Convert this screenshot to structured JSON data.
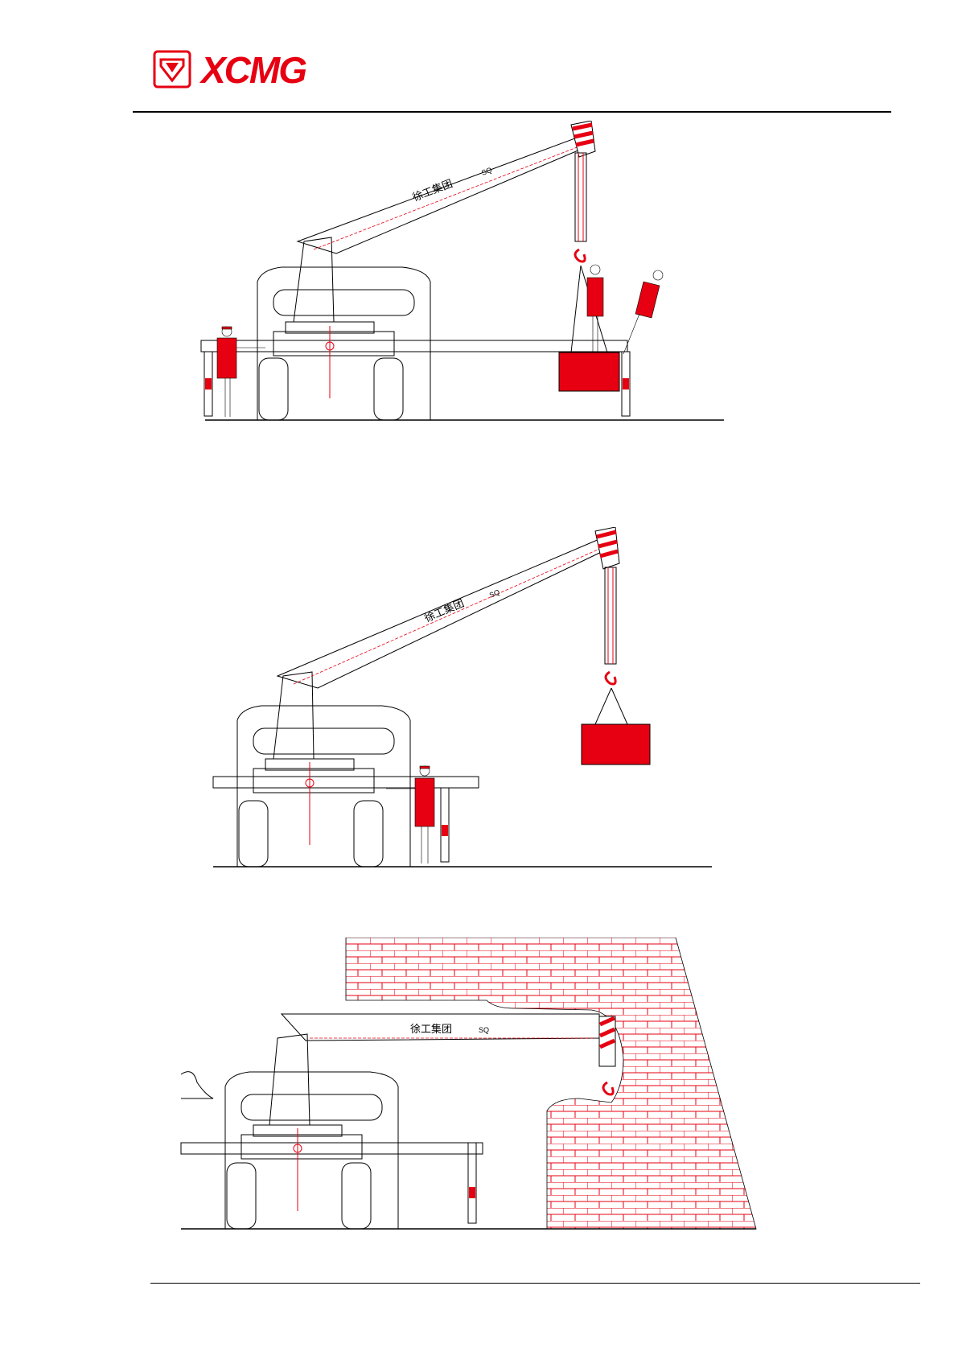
{
  "header": {
    "brand_name": "XCMG",
    "logo_icon": "xcmg-logo-icon"
  },
  "figures": [
    {
      "id": "figure-1",
      "boom_text": "徐工集团",
      "model_text": "SQ"
    },
    {
      "id": "figure-2",
      "boom_text": "徐工集团",
      "model_text": "SQ"
    },
    {
      "id": "figure-3",
      "boom_text": "徐工集团",
      "model_text": "SQ"
    }
  ],
  "colors": {
    "accent": "#e60012",
    "line": "#000000",
    "background": "#ffffff"
  }
}
